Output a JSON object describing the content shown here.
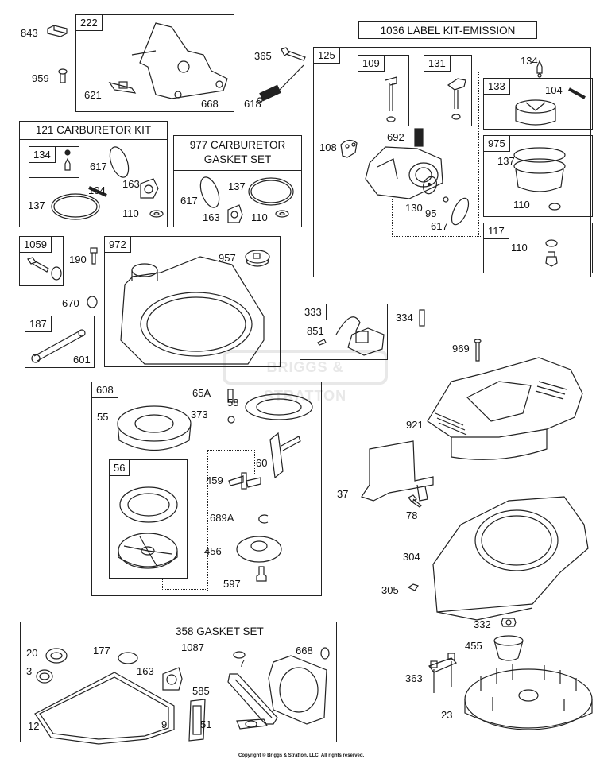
{
  "diagram": {
    "type": "exploded-parts-diagram",
    "manufacturer_watermark": "BRIGGS & STRATTON",
    "copyright": "Copyright © Briggs & Stratton, LLC. All rights reserved."
  },
  "loose_parts": {
    "p843": "843",
    "p959": "959",
    "p365": "365",
    "p618": "618",
    "p190": "190",
    "p670": "670",
    "p334": "334",
    "p969": "969",
    "p921": "921",
    "p37": "37",
    "p78": "78",
    "p304": "304",
    "p305": "305",
    "p332": "332",
    "p455": "455",
    "p363": "363",
    "p23": "23"
  },
  "groups": {
    "g222": {
      "tag": "222",
      "parts": [
        "621",
        "668"
      ]
    },
    "g121": {
      "title": "121 CARBURETOR KIT",
      "sub_tag": "134",
      "parts": [
        "617",
        "163",
        "104",
        "137",
        "110"
      ]
    },
    "g977": {
      "title_line1": "977 CARBURETOR",
      "title_line2": "GASKET SET",
      "parts": [
        "617",
        "137",
        "163",
        "110"
      ]
    },
    "g1036": {
      "title": "1036 LABEL KIT-EMISSION"
    },
    "g125": {
      "tag": "125",
      "parts": [
        "108",
        "692",
        "130",
        "95",
        "617",
        "134"
      ],
      "g109": {
        "tag": "109"
      },
      "g131": {
        "tag": "131"
      },
      "g133": {
        "tag": "133",
        "parts": [
          "104"
        ]
      },
      "g975": {
        "tag": "975",
        "parts": [
          "137",
          "110"
        ]
      },
      "g117": {
        "tag": "117",
        "parts": [
          "110"
        ]
      }
    },
    "g1059": {
      "tag": "1059"
    },
    "g972": {
      "tag": "972",
      "parts": [
        "957"
      ]
    },
    "g187": {
      "tag": "187",
      "parts": [
        "601"
      ]
    },
    "g333": {
      "tag": "333",
      "parts": [
        "851"
      ]
    },
    "g608": {
      "tag": "608",
      "parts": [
        "65A",
        "58",
        "55",
        "373",
        "60",
        "459",
        "689A",
        "456",
        "597"
      ],
      "g56": {
        "tag": "56"
      }
    },
    "g358": {
      "title": "358 GASKET SET",
      "parts": [
        "20",
        "177",
        "1087",
        "668",
        "3",
        "163",
        "7",
        "585",
        "12",
        "9",
        "51"
      ]
    }
  }
}
